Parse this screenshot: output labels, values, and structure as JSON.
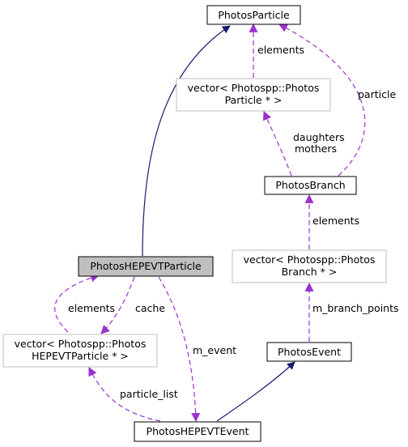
{
  "nodes": {
    "photos_particle": {
      "lines": [
        "PhotosParticle"
      ]
    },
    "vector_photos_particle": {
      "lines": [
        "vector< Photospp::Photos",
        "Particle * >"
      ]
    },
    "photos_branch": {
      "lines": [
        "PhotosBranch"
      ]
    },
    "vector_photos_branch": {
      "lines": [
        "vector< Photospp::Photos",
        "Branch * >"
      ]
    },
    "photos_hepevt_particle": {
      "lines": [
        "PhotosHEPEVTParticle"
      ]
    },
    "vector_photos_hepevt_particle": {
      "lines": [
        "vector< Photospp::Photos",
        "HEPEVTParticle * >"
      ]
    },
    "photos_event": {
      "lines": [
        "PhotosEvent"
      ]
    },
    "photos_hepevt_event": {
      "lines": [
        "PhotosHEPEVTEvent"
      ]
    }
  },
  "edge_labels": {
    "elements_particle": "elements",
    "particle": "particle",
    "daughters": "daughters",
    "mothers": "mothers",
    "elements_branch": "elements",
    "m_branch_points": "m_branch_points",
    "elements_hepevt": "elements",
    "cache": "cache",
    "m_event": "m_event",
    "particle_list": "particle_list"
  },
  "colors": {
    "inheritance": "#191970",
    "usage": "#9a32cd",
    "node_border": "#000000",
    "template_border": "#bfbfbf",
    "highlight_fill": "#bfbfbf",
    "node_fill": "#ffffff"
  }
}
